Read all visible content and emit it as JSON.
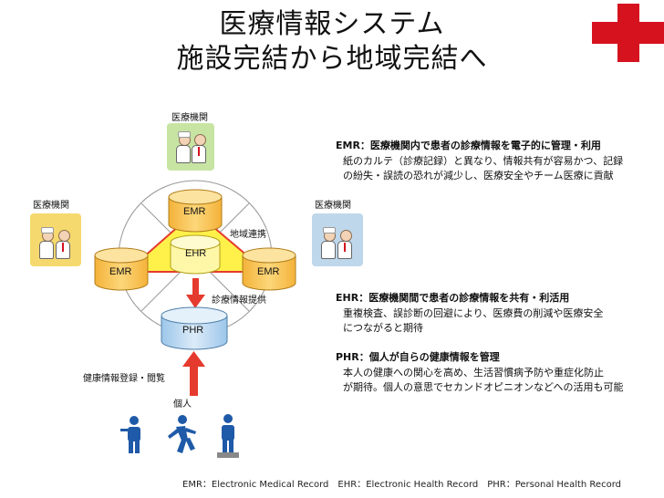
{
  "title": {
    "line1": "医療情報システム",
    "line2": "施設完結から地域完結へ"
  },
  "colors": {
    "red_cross": "#d6121f",
    "emr_fill": "#f7c24f",
    "ehr_fill": "#fff14a",
    "phr_fill": "#bcd8f0",
    "arrow": "#e53a2e"
  },
  "icons": [
    "red-cross-icon",
    "doctor-nurse-icon",
    "person-walking-icon",
    "person-standing-icon",
    "person-scale-icon"
  ],
  "diagram": {
    "org_top": "医療機関",
    "org_left": "医療機関",
    "org_right": "医療機関",
    "emr_top": "EMR",
    "emr_left": "EMR",
    "emr_right": "EMR",
    "ehr": "EHR",
    "phr": "PHR",
    "regional_link": "地域連携",
    "info_provision": "診療情報提供",
    "register_view": "健康情報登録・閲覧",
    "individual": "個人"
  },
  "notes": {
    "emr_head": "EMR：医療機関内で患者の診療情報を電子的に管理・利用",
    "emr_body": [
      "紙のカルテ（診療記録）と異なり、情報共有が容易かつ、記録",
      "の紛失・誤読の恐れが減少し、医療安全やチーム医療に貢献"
    ],
    "ehr_head": "EHR：医療機関間で患者の診療情報を共有・利活用",
    "ehr_body": [
      "重複検査、誤診断の回避により、医療費の削減や医療安全",
      "につながると期待"
    ],
    "phr_head": "PHR：個人が自らの健康情報を管理",
    "phr_body": [
      "本人の健康への関心を高め、生活習慣病予防や重症化防止",
      "が期待。個人の意思でセカンドオピニオンなどへの活用も可能"
    ]
  },
  "footer": "EMR：Electronic Medical Record　EHR：Electronic Health Record　PHR：Personal Health Record"
}
